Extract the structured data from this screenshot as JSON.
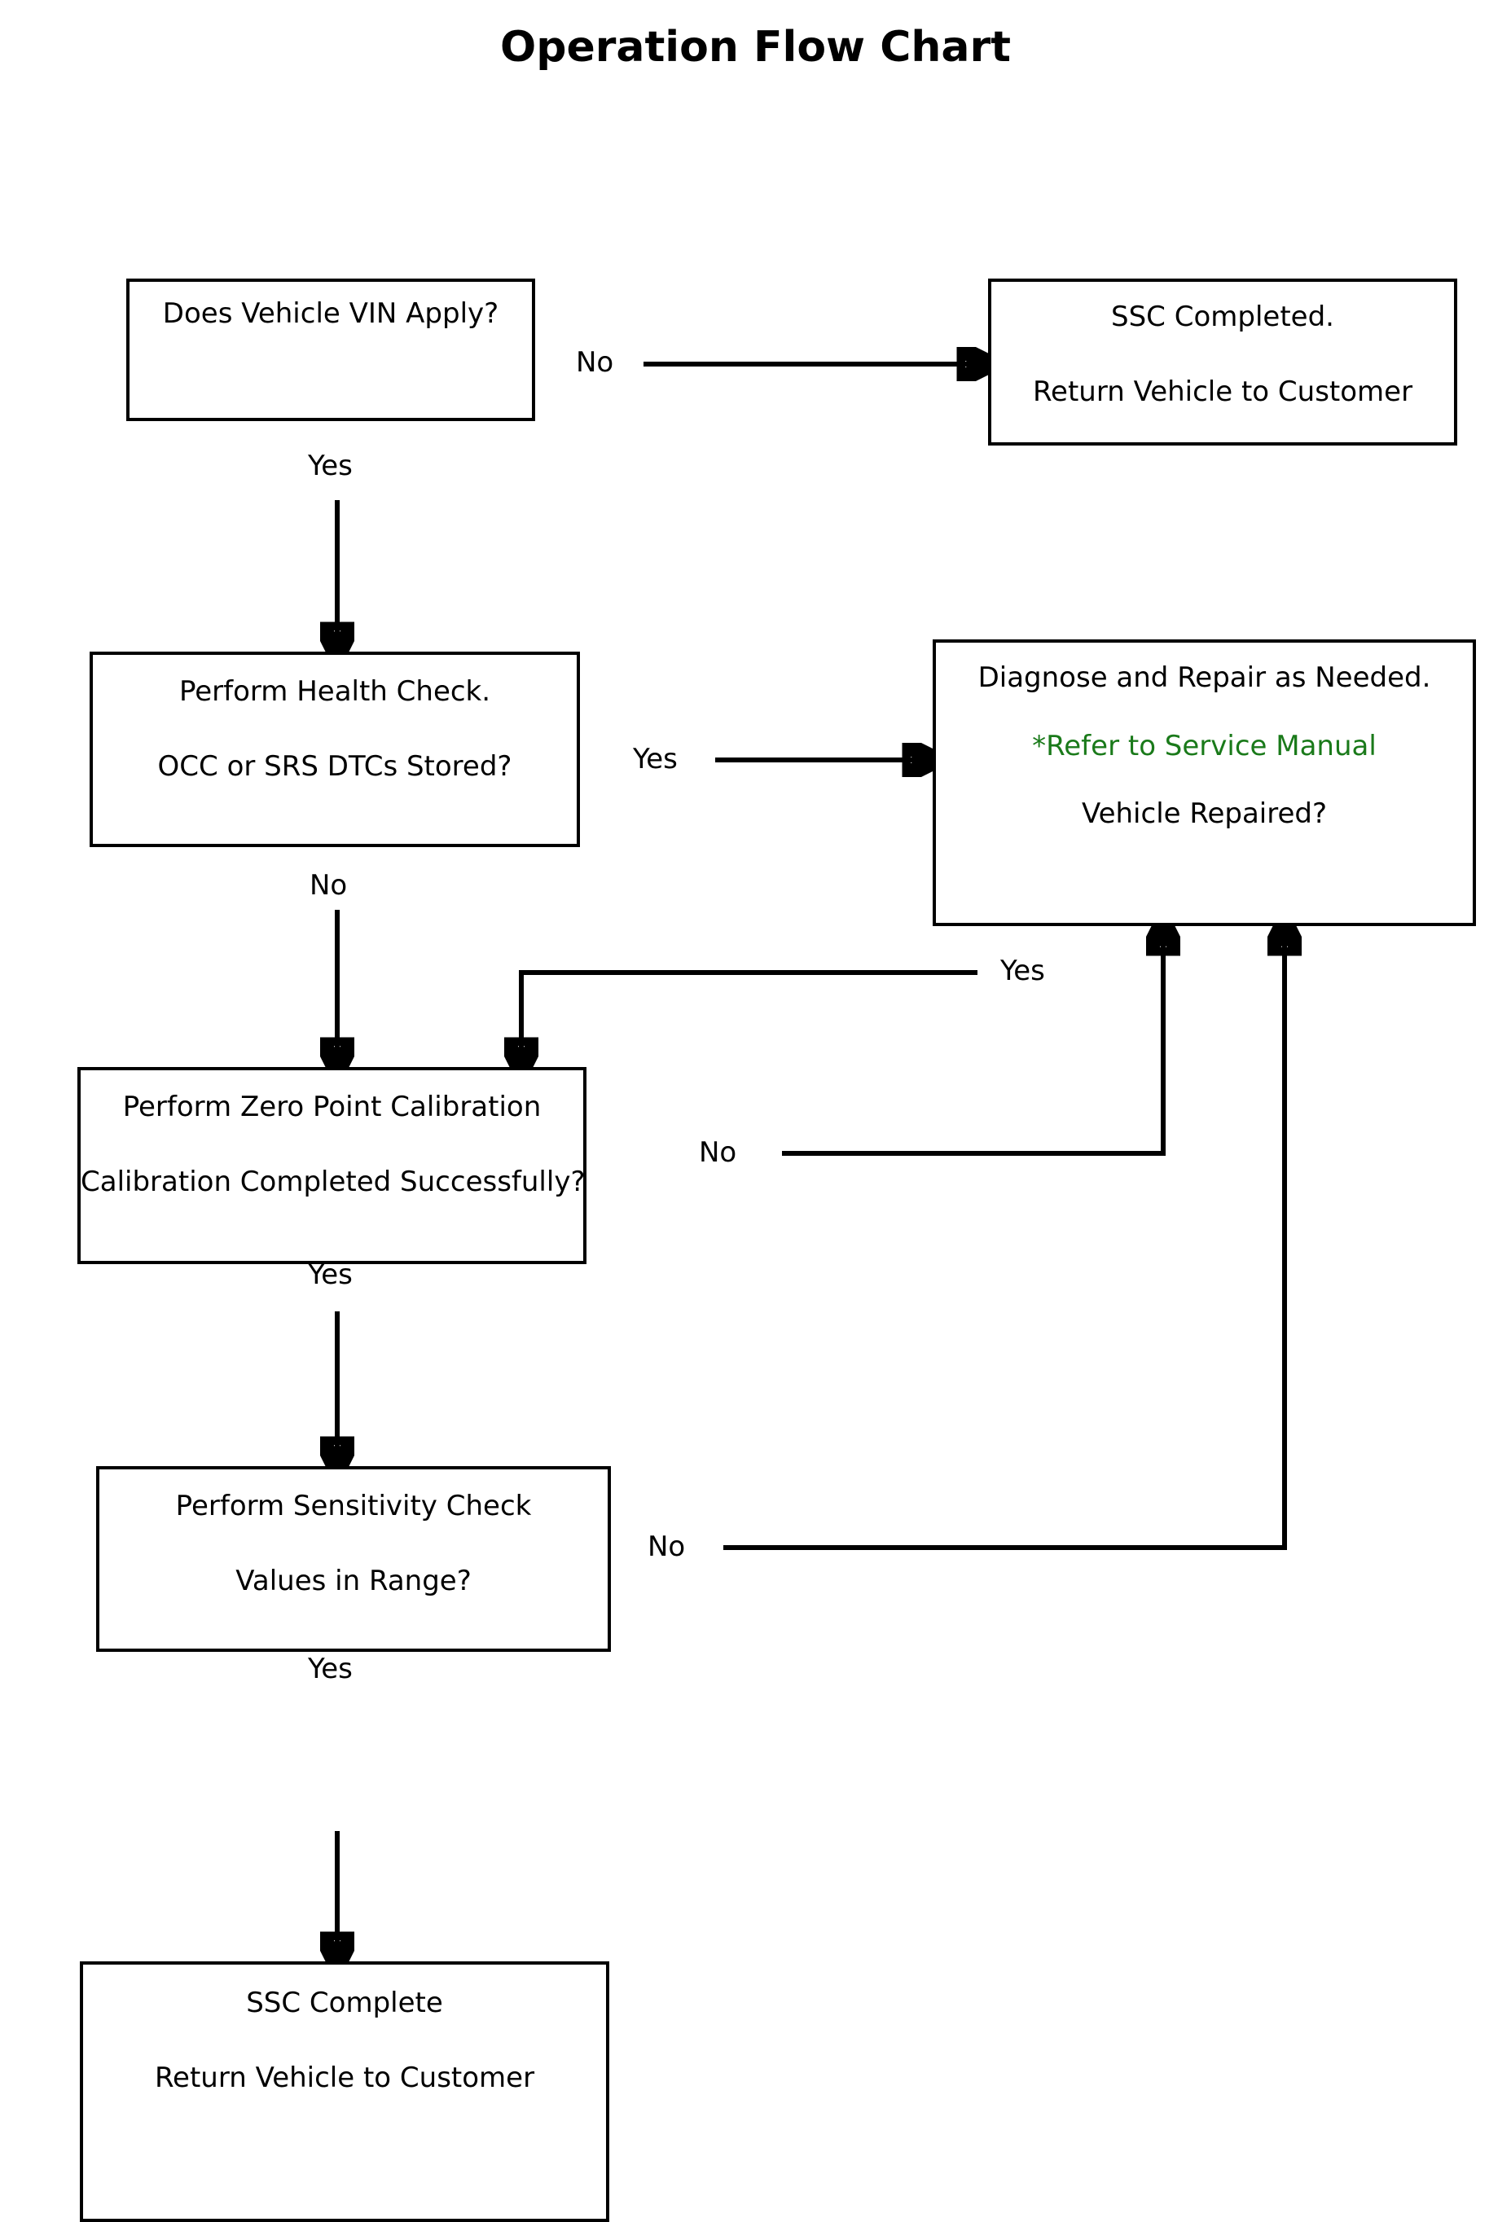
{
  "title": "Operation Flow Chart",
  "colors": {
    "background": "#ffffff",
    "box_border": "#000000",
    "text": "#000000",
    "note_green": "#1a7a1a",
    "connector": "#000000"
  },
  "chart_data": {
    "type": "diagram",
    "title": "Operation Flow Chart",
    "nodes": [
      {
        "id": "vin",
        "shape": "rectangle",
        "lines": [
          "Does Vehicle VIN Apply?"
        ]
      },
      {
        "id": "ssc_completed_return",
        "shape": "rectangle",
        "lines": [
          "SSC Completed.",
          "Return Vehicle to Customer"
        ]
      },
      {
        "id": "health_check",
        "shape": "rectangle",
        "lines": [
          "Perform Health Check.",
          "OCC or SRS DTCs Stored?"
        ]
      },
      {
        "id": "diagnose_repair",
        "shape": "rectangle",
        "lines": [
          "Diagnose and Repair as Needed.",
          "*Refer to Service Manual",
          "Vehicle Repaired?"
        ]
      },
      {
        "id": "zero_point_calibration",
        "shape": "rectangle",
        "lines": [
          "Perform Zero Point Calibration",
          "Calibration Completed Successfully?"
        ]
      },
      {
        "id": "sensitivity_check",
        "shape": "rectangle",
        "lines": [
          "Perform Sensitivity Check",
          "Values in Range?"
        ]
      },
      {
        "id": "ssc_complete",
        "shape": "rectangle",
        "lines": [
          "SSC Complete",
          "Return Vehicle to Customer"
        ]
      }
    ],
    "edges": [
      {
        "from": "vin",
        "to": "ssc_completed_return",
        "label": "No"
      },
      {
        "from": "vin",
        "to": "health_check",
        "label": "Yes"
      },
      {
        "from": "health_check",
        "to": "diagnose_repair",
        "label": "Yes"
      },
      {
        "from": "health_check",
        "to": "zero_point_calibration",
        "label": "No"
      },
      {
        "from": "diagnose_repair",
        "to": "zero_point_calibration",
        "label": "Yes"
      },
      {
        "from": "zero_point_calibration",
        "to": "diagnose_repair",
        "label": "No"
      },
      {
        "from": "zero_point_calibration",
        "to": "sensitivity_check",
        "label": "Yes"
      },
      {
        "from": "sensitivity_check",
        "to": "diagnose_repair",
        "label": "No"
      },
      {
        "from": "sensitivity_check",
        "to": "ssc_complete",
        "label": "Yes"
      }
    ]
  },
  "nodes": {
    "vin": {
      "line1": "Does Vehicle VIN Apply?"
    },
    "ssc_completed_return": {
      "line1": "SSC Completed.",
      "line2": "Return Vehicle to Customer"
    },
    "health_check": {
      "line1": "Perform Health Check.",
      "line2": "OCC or SRS DTCs Stored?"
    },
    "diagnose_repair": {
      "line1": "Diagnose and Repair as Needed.",
      "line2": "*Refer to Service Manual",
      "line3": "Vehicle Repaired?"
    },
    "zero_point_calibration": {
      "line1": "Perform Zero Point Calibration",
      "line2": "Calibration Completed Successfully?"
    },
    "sensitivity_check": {
      "line1": "Perform Sensitivity Check",
      "line2": "Values in Range?"
    },
    "ssc_complete": {
      "line1": "SSC Complete",
      "line2": "Return Vehicle to Customer"
    }
  },
  "edge_labels": {
    "vin_no": "No",
    "vin_yes": "Yes",
    "health_yes": "Yes",
    "health_no": "No",
    "diagnose_yes": "Yes",
    "calibration_no": "No",
    "calibration_yes": "Yes",
    "sensitivity_no": "No",
    "sensitivity_yes": "Yes"
  }
}
